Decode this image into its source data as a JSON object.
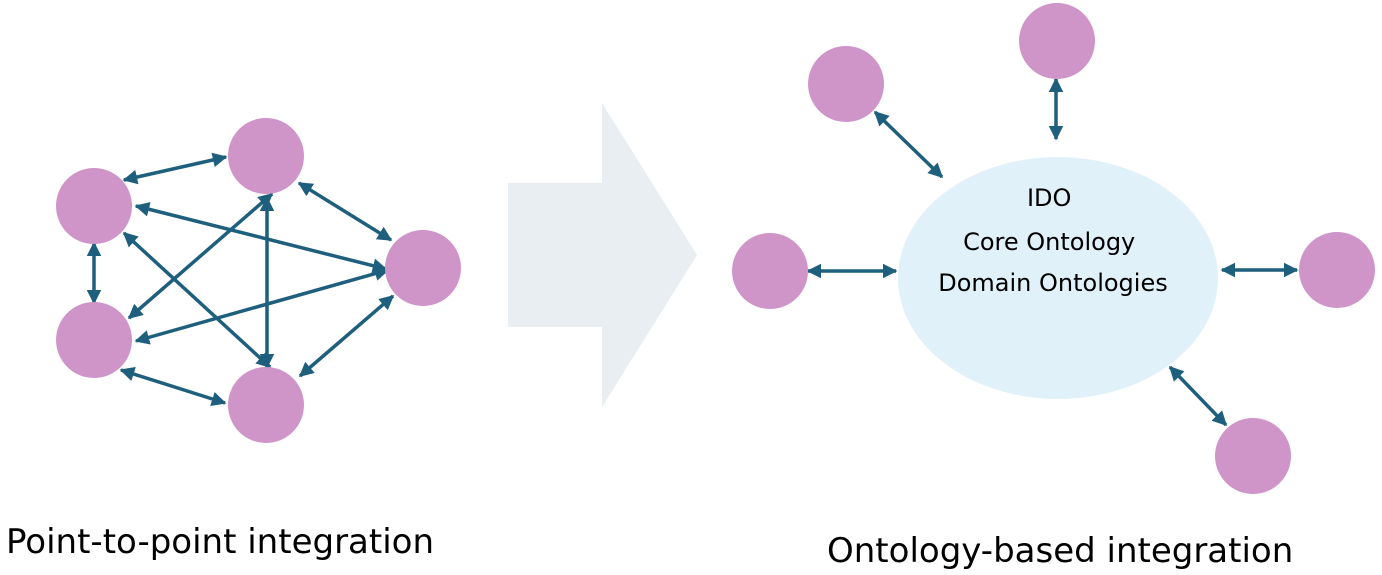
{
  "colors": {
    "node": "#cf95c9",
    "arrow": "#1f5f7e",
    "hub": "#e1f1f9",
    "big_arrow": "#e8eef1"
  },
  "left": {
    "caption": "Point-to-point integration"
  },
  "right": {
    "hub_lines": [
      "IDO",
      "Core Ontology",
      "Domain Ontologies"
    ],
    "caption": "Ontology-based integration"
  }
}
